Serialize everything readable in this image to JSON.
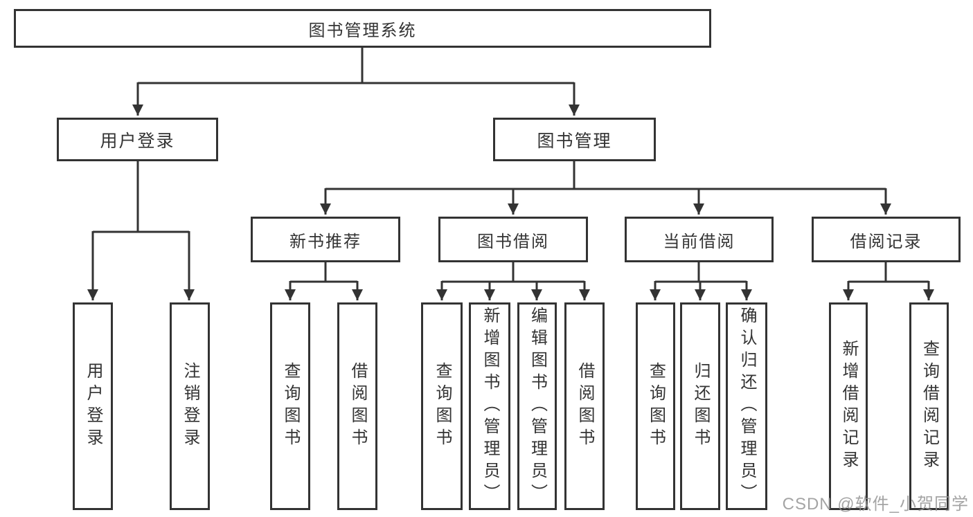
{
  "diagram": {
    "root": {
      "label": "图书管理系统"
    },
    "level2": [
      {
        "label": "用户登录"
      },
      {
        "label": "图书管理"
      }
    ],
    "level3": [
      {
        "label": "新书推荐"
      },
      {
        "label": "图书借阅"
      },
      {
        "label": "当前借阅"
      },
      {
        "label": "借阅记录"
      }
    ],
    "leaves": [
      {
        "label": "用户登录"
      },
      {
        "label": "注销登录"
      },
      {
        "label": "查询图书"
      },
      {
        "label": "借阅图书"
      },
      {
        "label": "查询图书"
      },
      {
        "label": "新增图书（管理员）"
      },
      {
        "label": "编辑图书（管理员）"
      },
      {
        "label": "借阅图书"
      },
      {
        "label": "查询图书"
      },
      {
        "label": "归还图书"
      },
      {
        "label": "确认归还（管理员）"
      },
      {
        "label": "新增借阅记录"
      },
      {
        "label": "查询借阅记录"
      }
    ],
    "watermark": "CSDN @软件_小贺同学",
    "colors": {
      "line": "#333333",
      "text": "#333333",
      "box_background": "#ffffff",
      "watermark": "#949494"
    }
  }
}
